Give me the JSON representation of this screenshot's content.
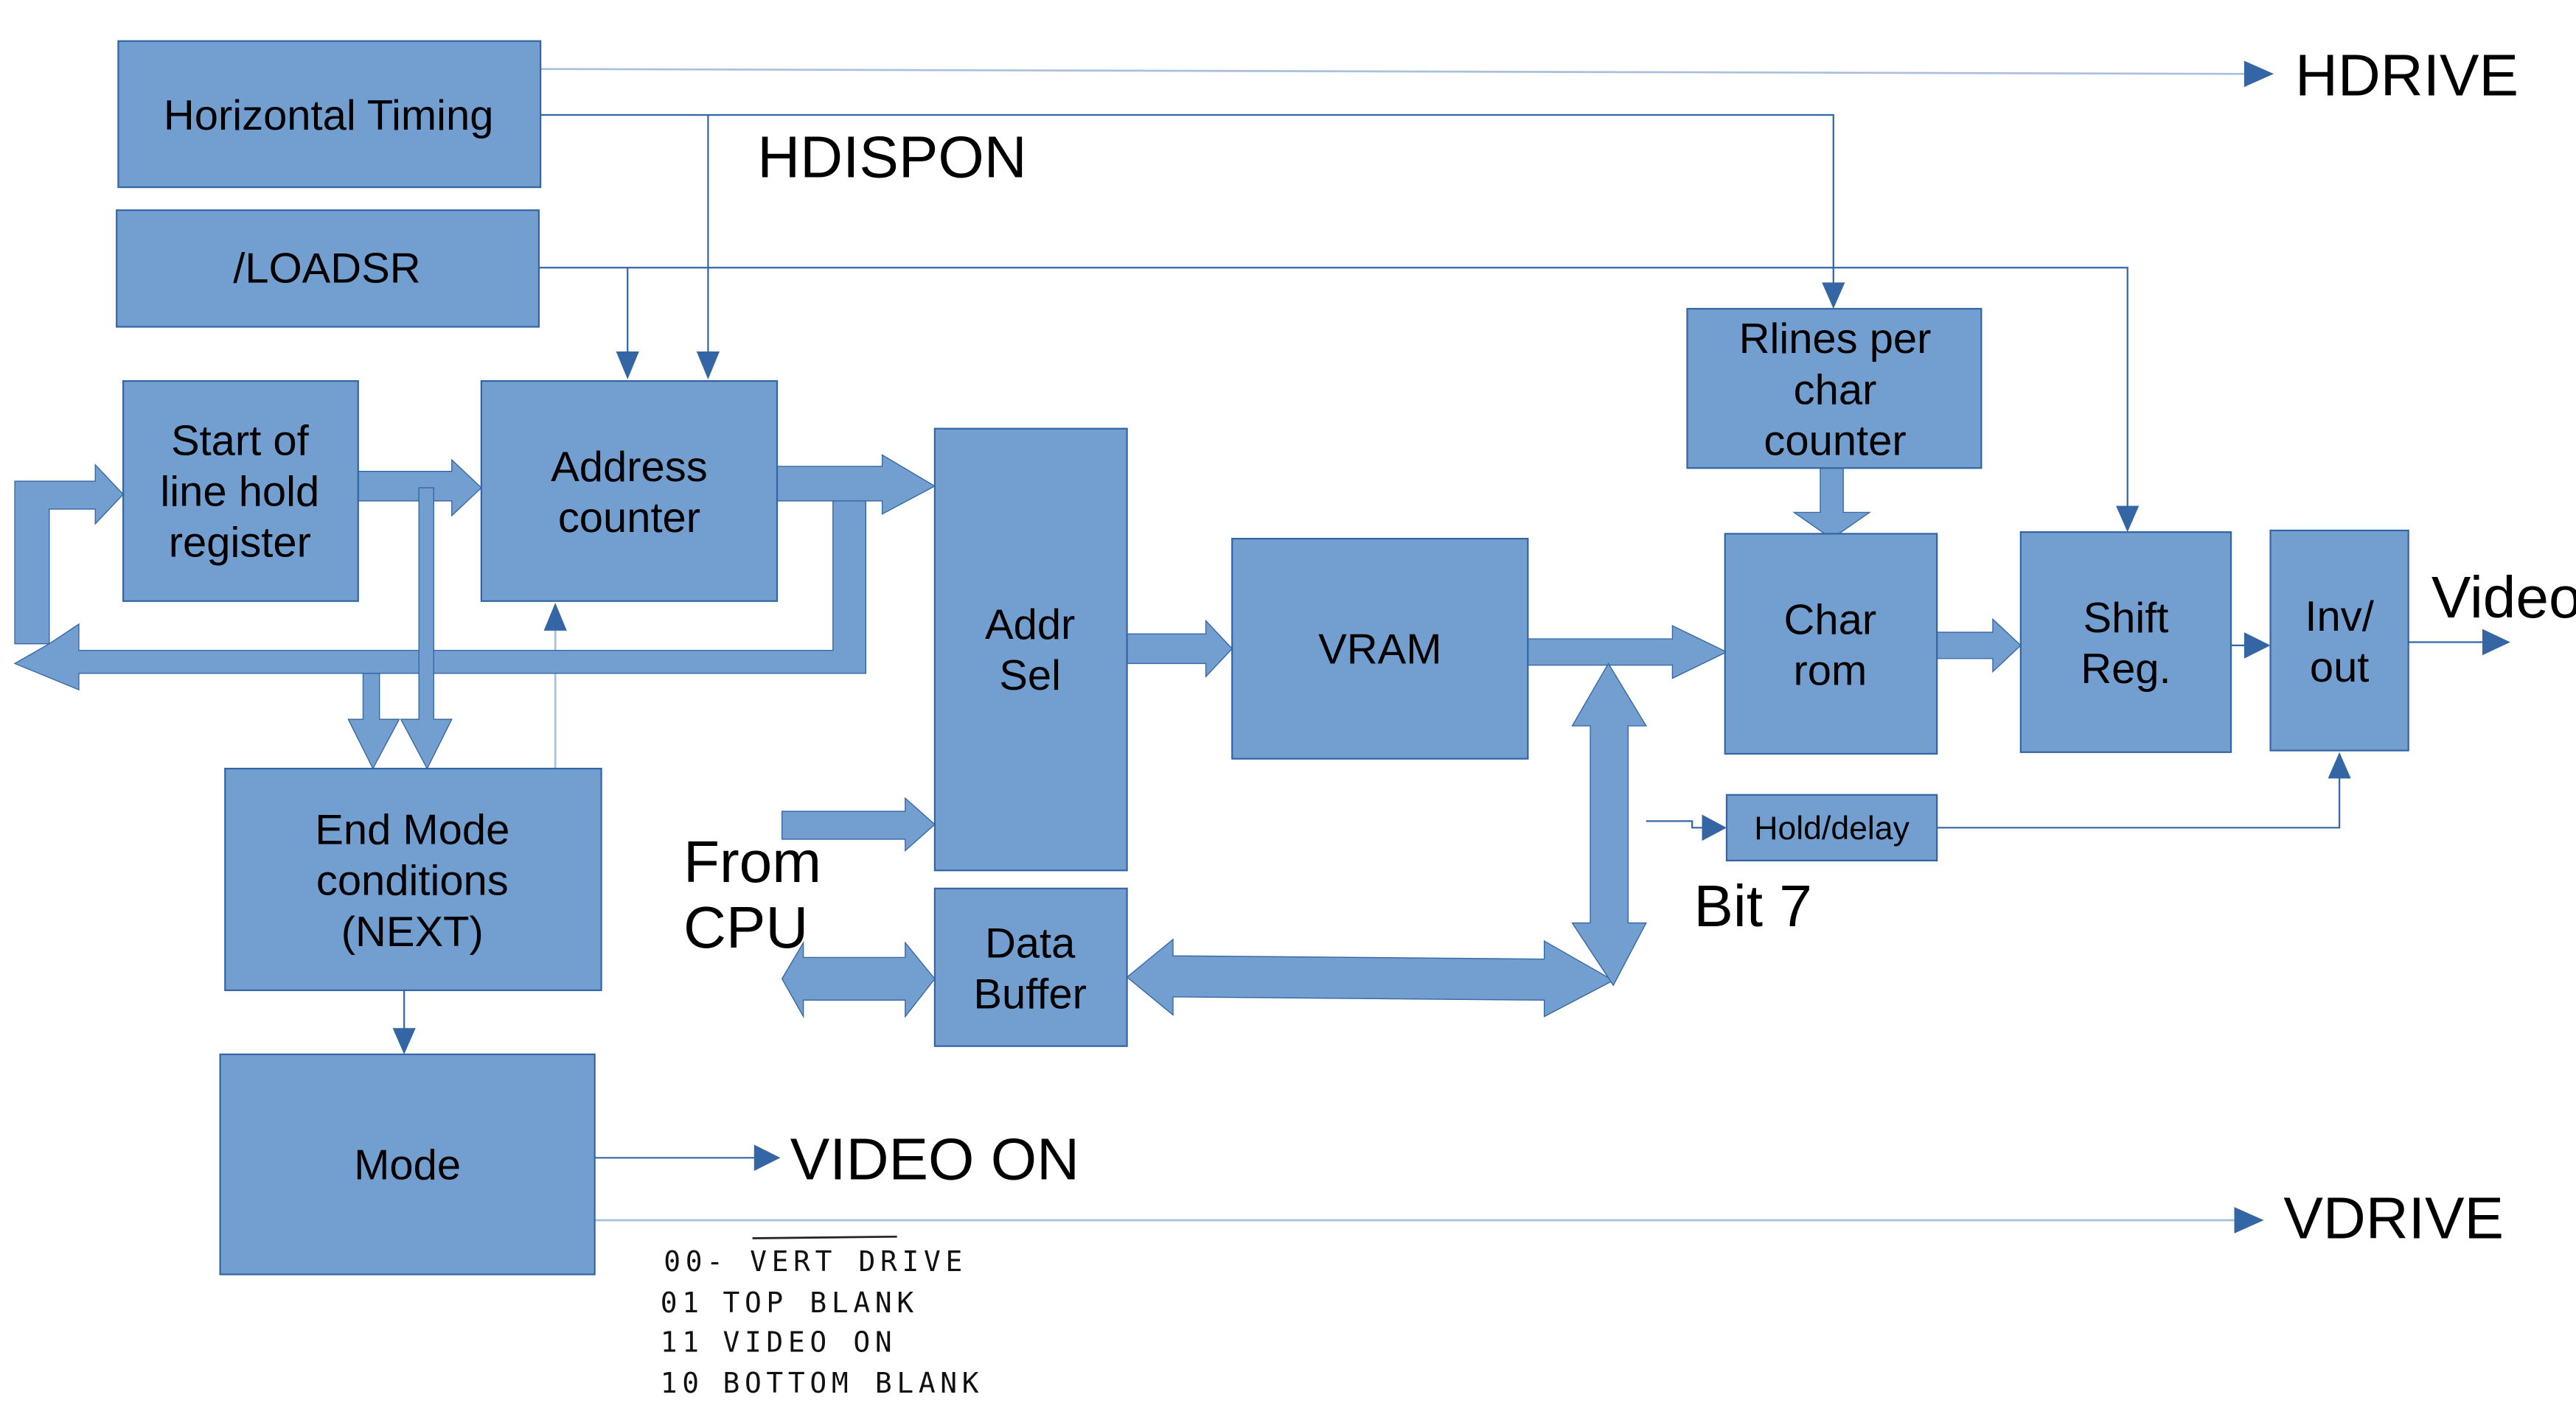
{
  "diagram": {
    "title": "Video display controller block diagram",
    "colors": {
      "block_fill": "#729fcf",
      "block_stroke": "#3465a4",
      "arrow": "#3465a4",
      "text": "#000000"
    },
    "blocks": {
      "horizontal_timing": [
        "Horizontal Timing"
      ],
      "loadsr": [
        "/LOADSR"
      ],
      "start_of_line": [
        "Start of",
        "line hold",
        "register"
      ],
      "address_counter": [
        "Address",
        "counter"
      ],
      "end_mode": [
        "End Mode",
        "conditions",
        "(NEXT)"
      ],
      "mode": [
        "Mode"
      ],
      "addr_sel": [
        "Addr",
        "Sel"
      ],
      "data_buffer": [
        "Data",
        "Buffer"
      ],
      "vram": [
        "VRAM"
      ],
      "rlines": [
        "Rlines per",
        "char",
        "counter"
      ],
      "char_rom": [
        "Char",
        "rom"
      ],
      "shift_reg": [
        "Shift",
        "Reg."
      ],
      "inv_out": [
        "Inv/",
        "out"
      ],
      "hold_delay": [
        "Hold/delay"
      ]
    },
    "signals": {
      "hdrive": "HDRIVE",
      "hdispon": "HDISPON",
      "video": "Video",
      "video_on": "VIDEO ON",
      "vdrive": "VDRIVE",
      "from_cpu": [
        "From",
        "CPU"
      ],
      "bit7": "Bit 7"
    },
    "mode_notes": [
      {
        "code": "00",
        "text": "- VERT DRIVE"
      },
      {
        "code": "01",
        "text": "TOP BLANK"
      },
      {
        "code": "11",
        "text": "VIDEO ON"
      },
      {
        "code": "10",
        "text": "BOTTOM BLANK"
      }
    ]
  }
}
